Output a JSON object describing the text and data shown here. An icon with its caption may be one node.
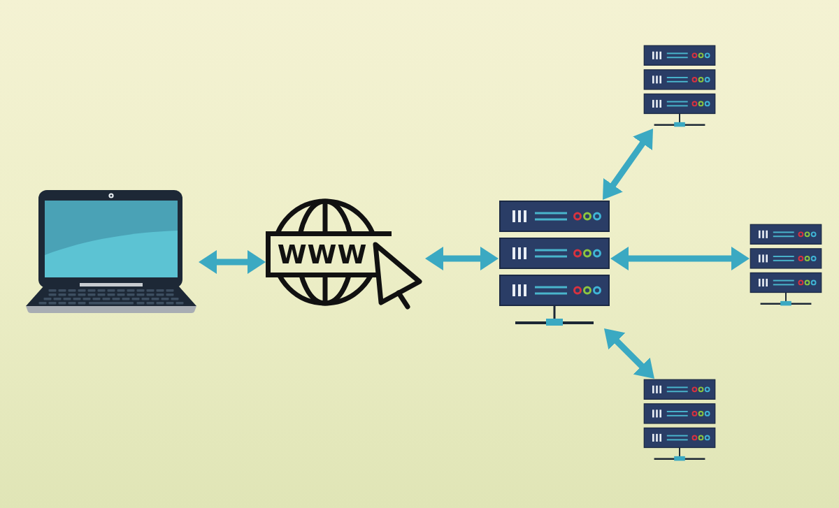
{
  "diagram": {
    "nodes": [
      {
        "text": [],
        "shape": "picture"
      },
      {
        "text": [
          "WWW"
        ]
      },
      {
        "text": [],
        "shape": "picture"
      },
      {
        "text": [],
        "shape": "picture"
      },
      {
        "text": [],
        "shape": "picture"
      },
      {
        "text": [],
        "shape": "picture"
      }
    ],
    "edges": [
      {
        "from": 0,
        "to": 1,
        "arrow": "both"
      },
      {
        "from": 1,
        "to": 2,
        "arrow": "both"
      },
      {
        "from": 2,
        "to": 3,
        "arrow": "both"
      },
      {
        "from": 2,
        "to": 4,
        "arrow": "both"
      },
      {
        "from": 2,
        "to": 5,
        "arrow": "both"
      }
    ]
  }
}
